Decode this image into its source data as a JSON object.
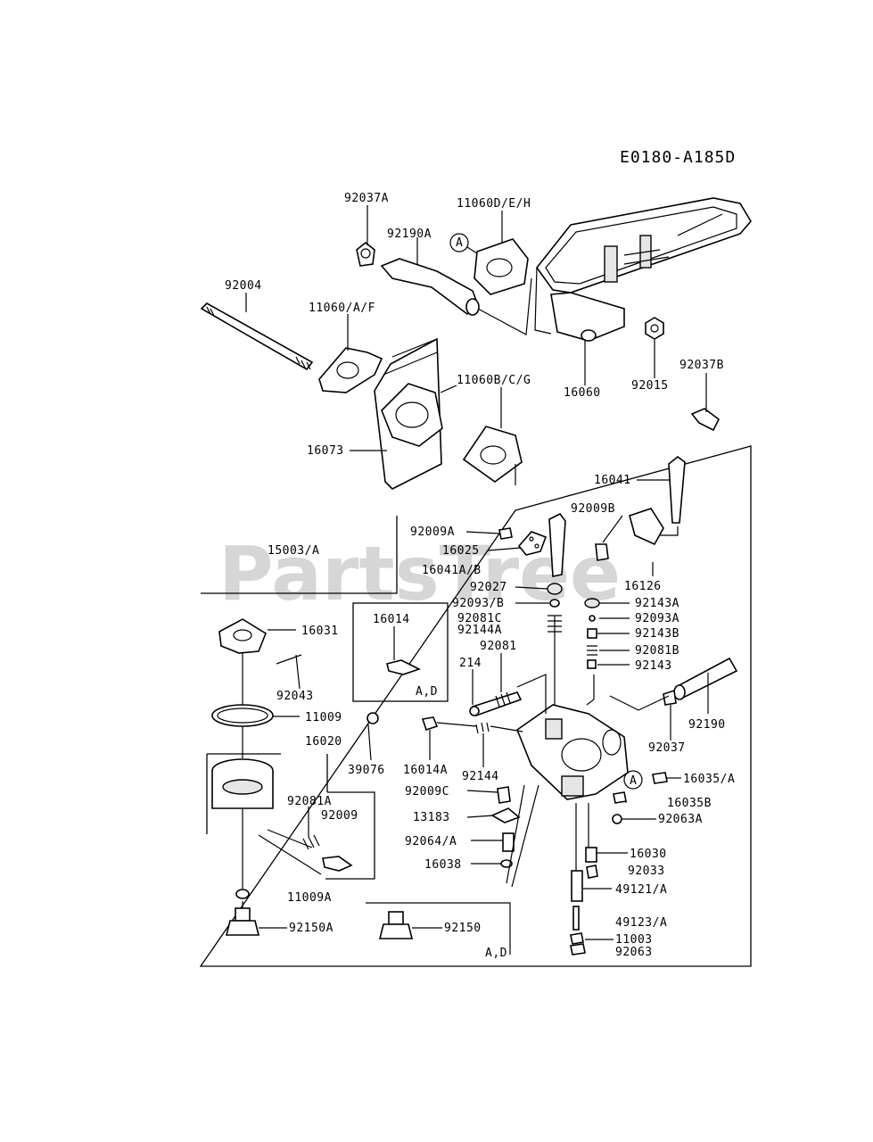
{
  "diagram_code": "E0180-A185D",
  "watermark": "PartsTree",
  "callouts": {
    "c_92037A": "92037A",
    "c_11060DEH": "11060D/E/H",
    "c_92190A": "92190A",
    "c_92004": "92004",
    "c_11060AF": "11060/A/F",
    "c_11060BCG": "11060B/C/G",
    "c_16060": "16060",
    "c_92015": "92015",
    "c_92037B": "92037B",
    "c_16073": "16073",
    "c_16041": "16041",
    "c_92009A": "92009A",
    "c_92009B": "92009B",
    "c_16025": "16025",
    "c_15003A": "15003/A",
    "c_16041AB": "16041A/B",
    "c_92027": "92027",
    "c_16126": "16126",
    "c_92093B": "92093/B",
    "c_92143A": "92143A",
    "c_92081C": "92081C",
    "c_92093A": "92093A",
    "c_92144A": "92144A",
    "c_92143B": "92143B",
    "c_92081": "92081",
    "c_92081B": "92081B",
    "c_214": "214",
    "c_92143": "92143",
    "c_16031": "16031",
    "c_16014": "16014",
    "c_AD1": "A,D",
    "c_92043": "92043",
    "c_11009": "11009",
    "c_92190": "92190",
    "c_92037": "92037",
    "c_16020": "16020",
    "c_39076": "39076",
    "c_16014A": "16014A",
    "c_92144": "92144",
    "c_16035A": "16035/A",
    "c_92081A": "92081A",
    "c_92009C": "92009C",
    "c_92009": "92009",
    "c_16035B": "16035B",
    "c_13183": "13183",
    "c_92063A": "92063A",
    "c_92064A": "92064/A",
    "c_16030": "16030",
    "c_16038": "16038",
    "c_92033": "92033",
    "c_11009A": "11009A",
    "c_49121A": "49121/A",
    "c_49123A": "49123/A",
    "c_92150A": "92150A",
    "c_92150": "92150",
    "c_11003": "11003",
    "c_AD2": "A,D",
    "c_92063": "92063"
  },
  "reference_marks": {
    "ref_a_top": "A",
    "ref_a_bottom": "A"
  }
}
